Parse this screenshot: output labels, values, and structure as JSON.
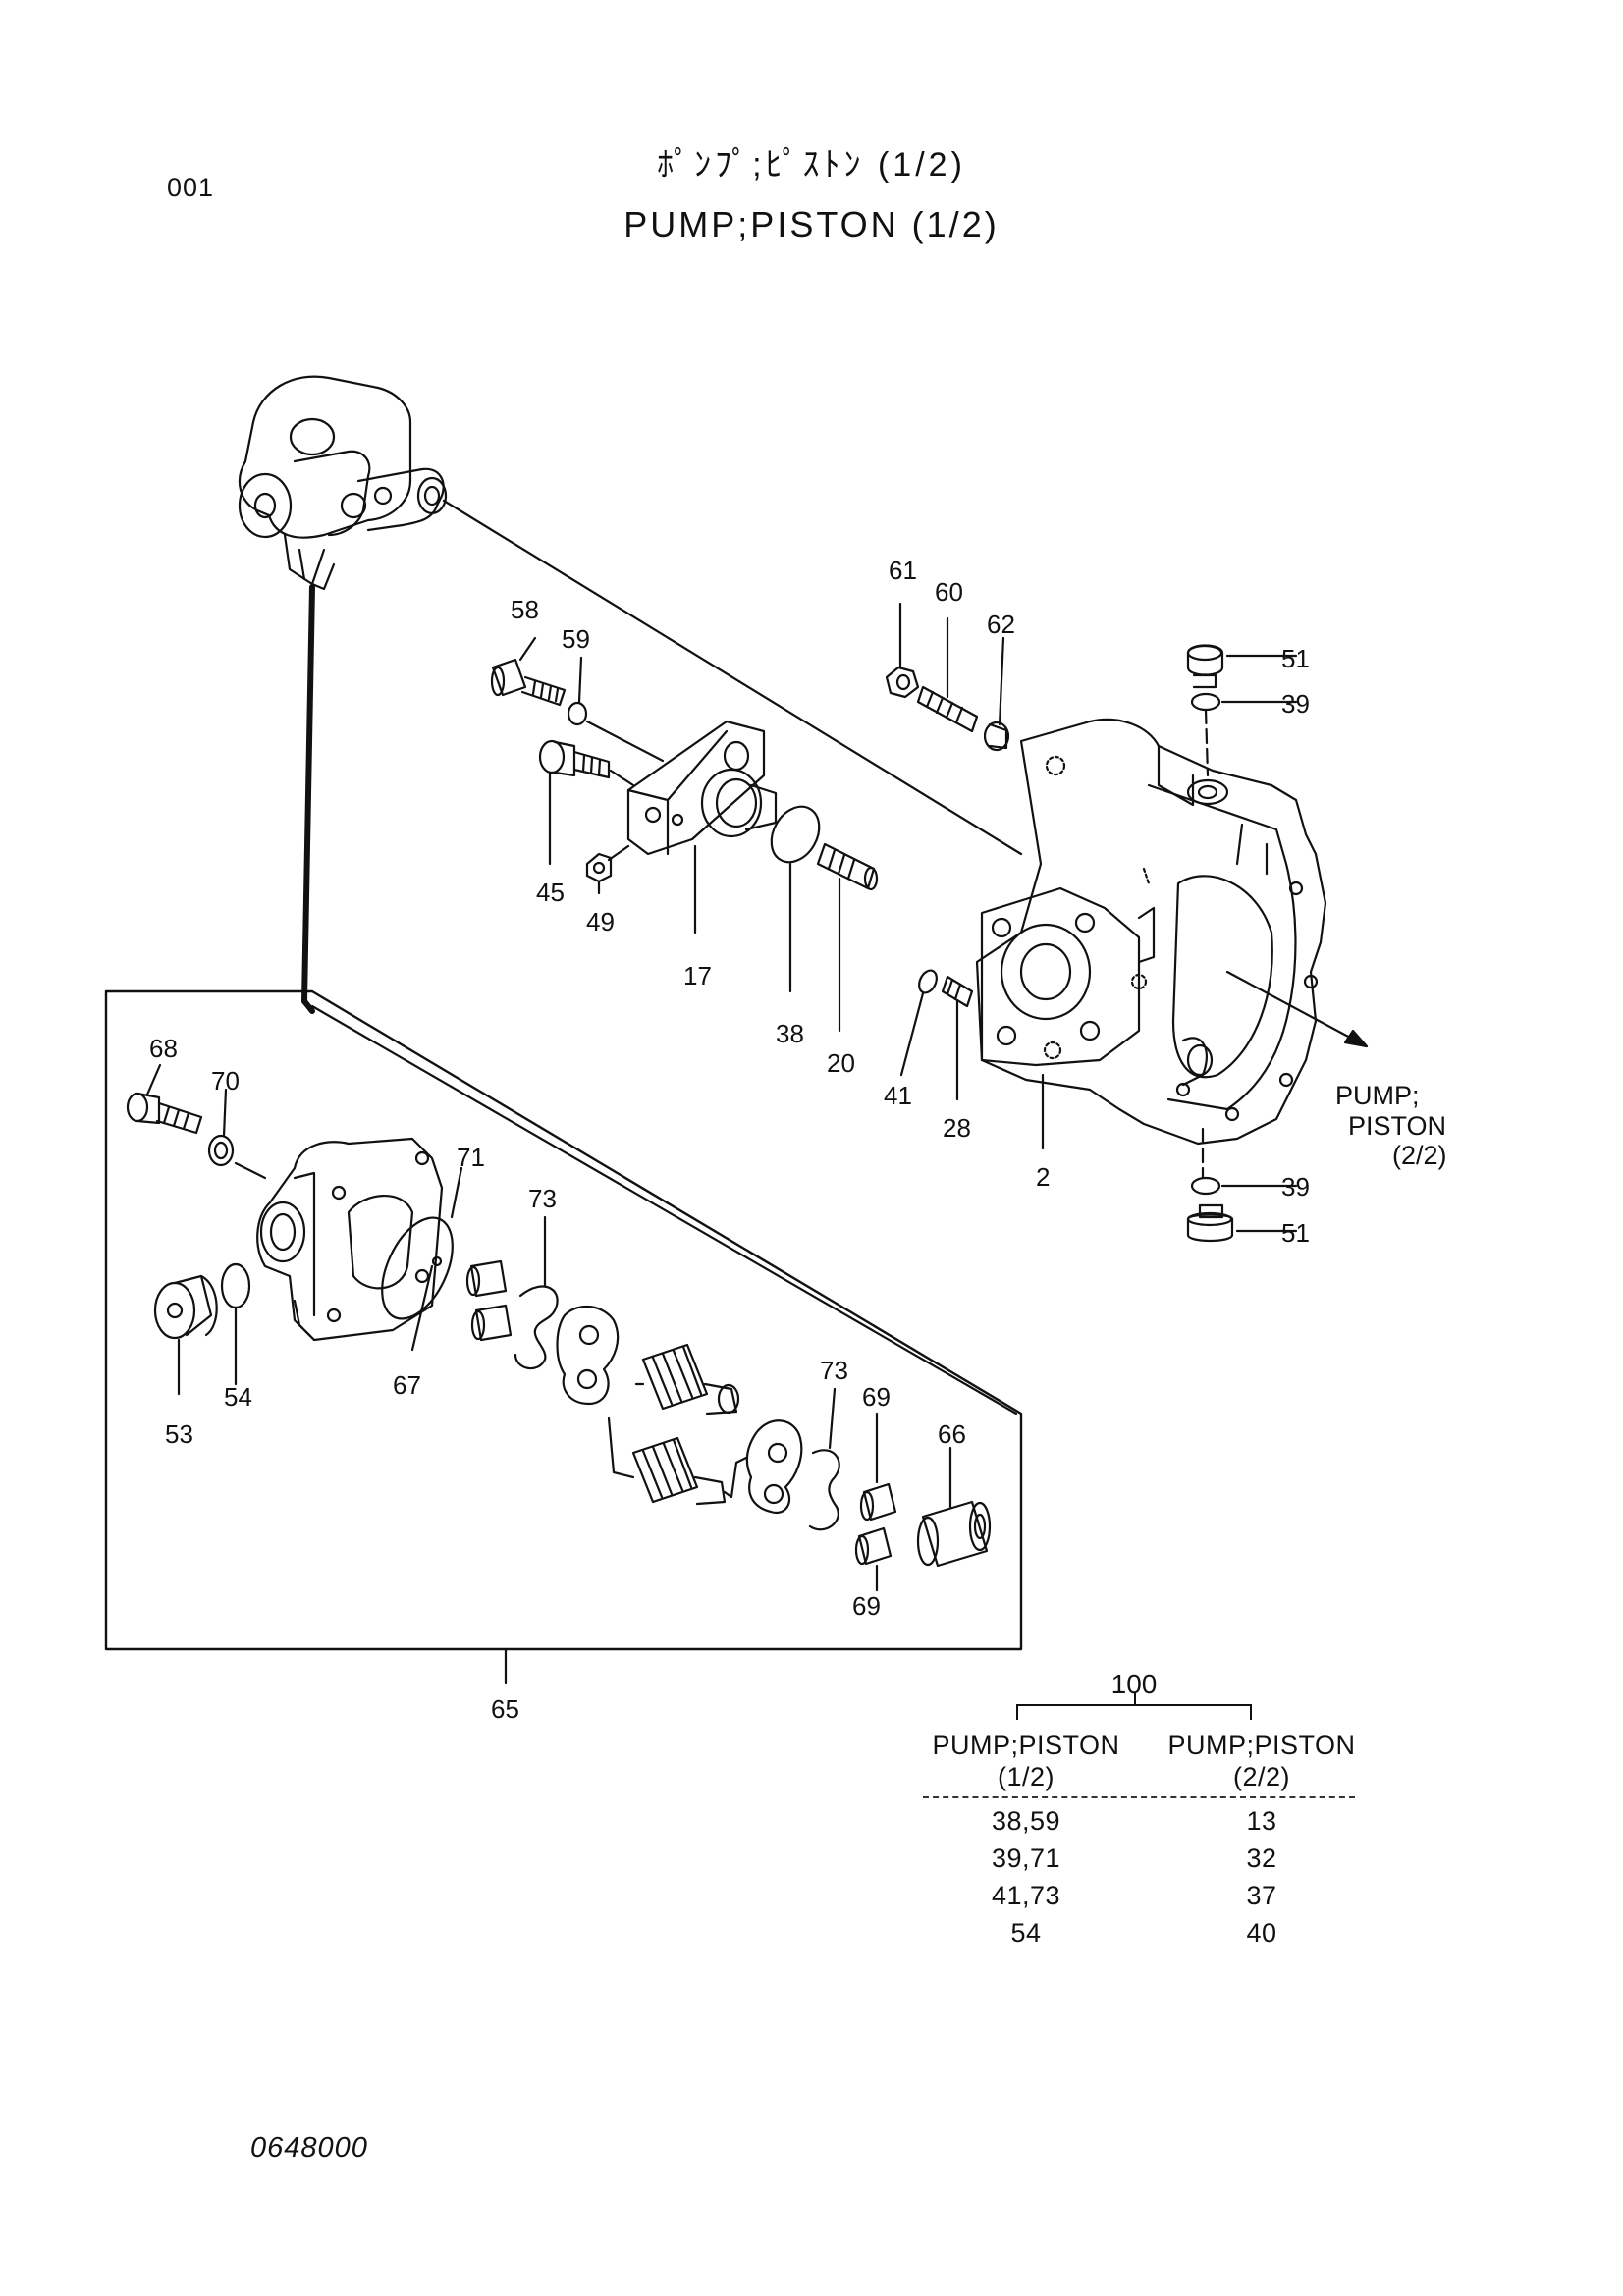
{
  "header": {
    "page_number": "001",
    "title_jp": "ﾎﾟﾝﾌﾟ;ﾋﾟｽﾄﾝ (1/2)",
    "title_en": "PUMP;PISTON (1/2)"
  },
  "callouts": {
    "c61": "61",
    "c60": "60",
    "c62": "62",
    "c58": "58",
    "c59": "59",
    "c51a": "51",
    "c39a": "39",
    "c45": "45",
    "c49": "49",
    "c17": "17",
    "c38": "38",
    "c20": "20",
    "c41": "41",
    "c28": "28",
    "c2": "2",
    "c39b": "39",
    "c51b": "51",
    "c68": "68",
    "c70": "70",
    "c71": "71",
    "c73a": "73",
    "c53": "53",
    "c54": "54",
    "c67": "67",
    "c73b": "73",
    "c69a": "69",
    "c66": "66",
    "c69b": "69",
    "c65": "65"
  },
  "continuation_note": {
    "line1": "PUMP;",
    "line2": "PISTON",
    "line3": "(2/2)"
  },
  "parts_table": {
    "group_label": "100",
    "col1_line1": "PUMP;PISTON",
    "col1_line2": "(1/2)",
    "col2_line1": "PUMP;PISTON",
    "col2_line2": "(2/2)",
    "rows": [
      [
        "38,59",
        "13"
      ],
      [
        "39,71",
        "32"
      ],
      [
        "41,73",
        "37"
      ],
      [
        "54",
        "40"
      ]
    ]
  },
  "footer": {
    "document_code": "0648000"
  }
}
